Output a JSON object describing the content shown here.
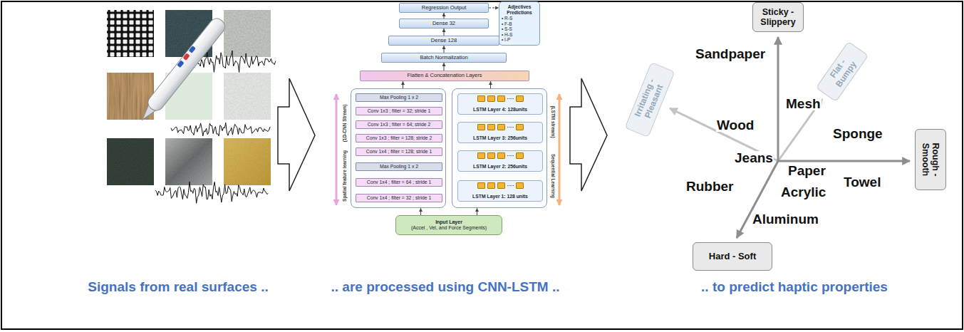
{
  "diagram": {
    "nodes": [
      {
        "text": [
          "Regression Output"
        ]
      },
      {
        "text": [
          "Adjectives Predictions",
          "• R-S",
          "• F-B",
          "• S-S",
          "• H-S",
          "• I-P"
        ]
      },
      {
        "text": [
          "Dense 32"
        ]
      },
      {
        "text": [
          "Dense 128"
        ]
      },
      {
        "text": [
          "Batch Normalization"
        ]
      },
      {
        "text": [
          "Flatten & Concatenation Layers"
        ]
      },
      {
        "text": [
          "(1D-CNN Stream)",
          "Spatial feature learning"
        ]
      },
      {
        "text": [
          "Max Pooling 1 x 2"
        ],
        "in": 6
      },
      {
        "text": [
          "Conv 1x3 ; filter = 32; stride 1"
        ],
        "in": 6
      },
      {
        "text": [
          "Conv 1x3 ; filter = 64; stride 2"
        ],
        "in": 6
      },
      {
        "text": [
          "Conv 1x3 ; filter = 128; stride 2"
        ],
        "in": 6
      },
      {
        "text": [
          "Conv 1x4 ; filter = 128; stride 1"
        ],
        "in": 6
      },
      {
        "text": [
          "Max Pooling 1 x 2"
        ],
        "in": 6
      },
      {
        "text": [
          "Conv 1x4 ; filter = 64 ; stride 1"
        ],
        "in": 6
      },
      {
        "text": [
          "Conv 1x4 ; filter = 32 ; stride 1"
        ],
        "in": 6
      },
      {
        "text": [
          "(LSTM stream)",
          "Sequential Learning"
        ]
      },
      {
        "text": [
          "LSTM Layer 4: 128units"
        ],
        "in": 15
      },
      {
        "text": [
          "LSTM Layer 3: 256units"
        ],
        "in": 15
      },
      {
        "text": [
          "LSTM Layer 2: 256units"
        ],
        "in": 15
      },
      {
        "text": [
          "LSTM Layer 1: 128 units"
        ],
        "in": 15
      },
      {
        "text": [
          "Input Layer",
          "(Accel , Vel, and Force Segments)"
        ]
      },
      {
        "text": [
          "Sticky - Slippery"
        ]
      },
      {
        "text": [
          "Flat - Bumpy"
        ]
      },
      {
        "text": [
          "Irritating - Pleasant"
        ]
      },
      {
        "text": [
          "Rough - Smooth"
        ]
      },
      {
        "text": [
          "Hard - Soft"
        ]
      }
    ],
    "edges": [
      {
        "from": 0,
        "to": 1,
        "arrow": "to"
      },
      {
        "from": 2,
        "to": 0,
        "arrow": "to"
      },
      {
        "from": 3,
        "to": 2,
        "arrow": "to"
      },
      {
        "from": 4,
        "to": 3,
        "arrow": "to"
      },
      {
        "from": 5,
        "to": 4,
        "arrow": "to"
      },
      {
        "from": 6,
        "to": 5,
        "arrow": "to"
      },
      {
        "from": 15,
        "to": 5,
        "arrow": "to"
      },
      {
        "from": 20,
        "to": 6,
        "arrow": "to"
      },
      {
        "from": 20,
        "to": 15,
        "arrow": "to"
      },
      {
        "from": 14,
        "to": 13,
        "arrow": "to"
      },
      {
        "from": 13,
        "to": 12,
        "arrow": "to"
      },
      {
        "from": 12,
        "to": 11,
        "arrow": "to"
      },
      {
        "from": 11,
        "to": 10,
        "arrow": "to"
      },
      {
        "from": 10,
        "to": 9,
        "arrow": "to"
      },
      {
        "from": 9,
        "to": 8,
        "arrow": "to"
      },
      {
        "from": 8,
        "to": 7,
        "arrow": "to"
      },
      {
        "from": 19,
        "to": 18,
        "arrow": "to"
      },
      {
        "from": 18,
        "to": 17,
        "arrow": "to"
      },
      {
        "from": 17,
        "to": 16,
        "arrow": "to"
      }
    ],
    "labels": [
      "Sandpaper",
      "Mesh",
      "Wood",
      "Sponge",
      "Jeans",
      "Paper",
      "Towel",
      "Rubber",
      "Acrylic",
      "Aluminum",
      "Signals from real surfaces ..",
      ".. are processed using CNN-LSTM ..",
      ".. to predict haptic properties"
    ]
  }
}
